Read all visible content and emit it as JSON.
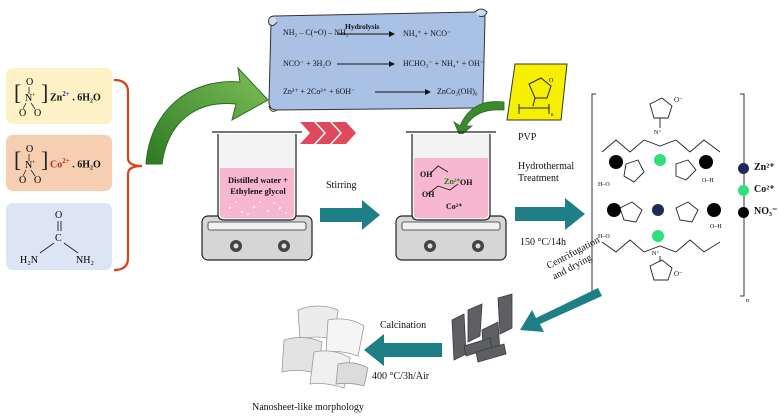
{
  "reagents": [
    {
      "formula": "Zn",
      "charge": "2+",
      "hydrate": ". 6H₂O",
      "color": "#fdf2c6"
    },
    {
      "formula": "Co",
      "charge": "2+",
      "hydrate": ". 6H₂O",
      "color": "#f6cfb3"
    },
    {
      "formula": "urea",
      "atoms": {
        "o": "O",
        "c": "C",
        "n1": "H₂N",
        "n2": "NH₂"
      },
      "color": "#dbe5f4"
    }
  ],
  "scroll": {
    "reaction1": {
      "reactant": "NH₂ – C(=O) – NH₂",
      "arrow_label": "Hydrolysis",
      "products": "NH₄⁺ + NCO⁻"
    },
    "reaction2": {
      "reactants": "NCO⁻ + 3H₂O",
      "products": "HCHO₃⁻ + NH₄⁺ + OH⁻"
    },
    "reaction3": {
      "reactants": "Zn²⁺ + 2Co²⁺ + 6OH⁻",
      "products": "ZnCo₂(OH)₆"
    },
    "color": "#aac1e6"
  },
  "beaker1": {
    "label_line1": "Distilled water +",
    "label_line2": "Ethylene glycol"
  },
  "beaker2": {
    "zn_label": "Zn²⁺",
    "co_label": "Co²⁺",
    "oh_label": "OH"
  },
  "steps": {
    "stirring": "Stirring",
    "hydrothermal_line1": "Hydrothermal",
    "hydrothermal_line2": "Treatment",
    "hydrothermal_cond": "150 °C/14h",
    "centrifugation_line1": "Centrifugation",
    "centrifugation_line2": "and drying",
    "calcination": "Calcination",
    "calcination_cond": "400 °C/3h/Air"
  },
  "pvp": {
    "label": "PVP",
    "n": "n",
    "color": "#f6f000"
  },
  "complex": {
    "subscript": "n",
    "o_labels": "O⁻",
    "ho_label": "H–O",
    "n_plus": "N⁺"
  },
  "legend": [
    {
      "label": "Zn²⁺",
      "color": "#1e2a57"
    },
    {
      "label": "Co²⁺",
      "color": "#2fe07a"
    },
    {
      "label": "NO₃⁻",
      "color": "#050505"
    }
  ],
  "morphology_label": "Nanosheet-like morphology",
  "colors": {
    "arrow_teal": "#1f7f86",
    "red_bracket": "#d9401c",
    "green_arrow": "#3c8a2e",
    "hatch_red": "#e0495b",
    "product_gray": "#5d5f63"
  }
}
